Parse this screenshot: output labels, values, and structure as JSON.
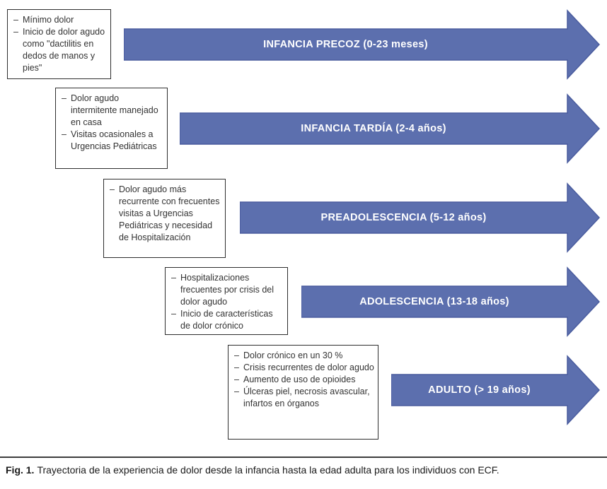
{
  "figure": {
    "caption_label": "Fig. 1.",
    "caption_text": "Trayectoria de la experiencia de dolor desde la infancia hasta la edad adulta para los individuos con ECF."
  },
  "colors": {
    "arrow_fill": "#5c6fae",
    "arrow_border": "#4a5c9e",
    "box_border": "#2e2e2e",
    "note_text": "#333333",
    "caption_text": "#1a1a1a",
    "rule_color": "#3d3d3d"
  },
  "stages": [
    {
      "label": "INFANCIA PRECOZ (0-23 meses)",
      "notes": [
        "Mínimo dolor",
        "Inicio de dolor agudo como \"dactilitis en dedos de manos y pies\""
      ]
    },
    {
      "label": "INFANCIA TARDÍA (2-4 años)",
      "notes": [
        "Dolor agudo intermitente manejado en casa",
        "Visitas ocasionales a Urgencias Pediátricas"
      ]
    },
    {
      "label": "PREADOLESCENCIA (5-12 años)",
      "notes": [
        "Dolor agudo más recurrente con frecuentes visitas a Urgencias Pediátricas y necesidad de Hospitalización"
      ]
    },
    {
      "label": "ADOLESCENCIA (13-18 años)",
      "notes": [
        "Hospitalizaciones frecuentes por crisis del dolor agudo",
        "Inicio de características de dolor crónico"
      ]
    },
    {
      "label": "ADULTO (> 19 años)",
      "notes": [
        "Dolor crónico en un 30 %",
        "Crisis recurrentes de dolor agudo",
        "Aumento de uso de opioides",
        "Úlceras piel, necrosis avascular, infartos en órganos"
      ]
    }
  ]
}
